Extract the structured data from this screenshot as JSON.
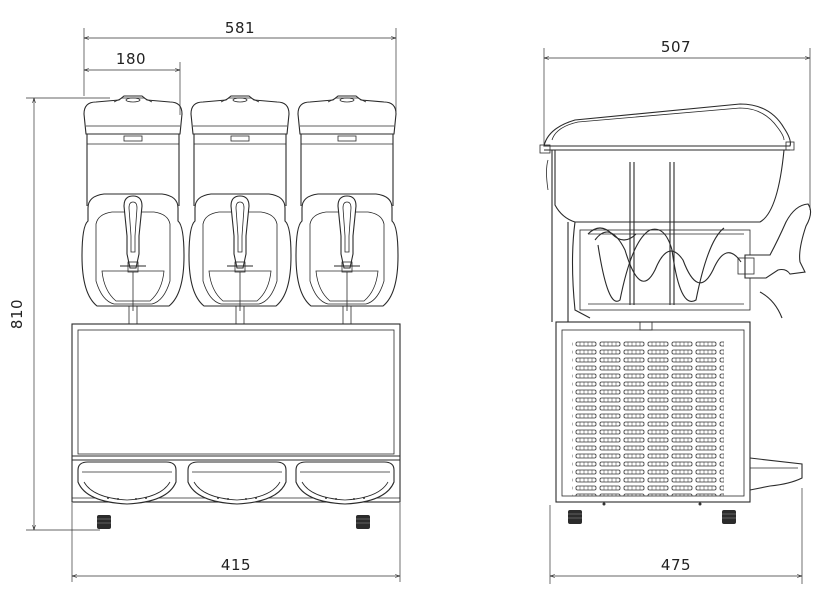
{
  "dimensions": {
    "overall_width": "581",
    "bowl_width": "180",
    "height": "810",
    "base_width": "415",
    "side_depth": "507",
    "side_base_depth": "475"
  }
}
